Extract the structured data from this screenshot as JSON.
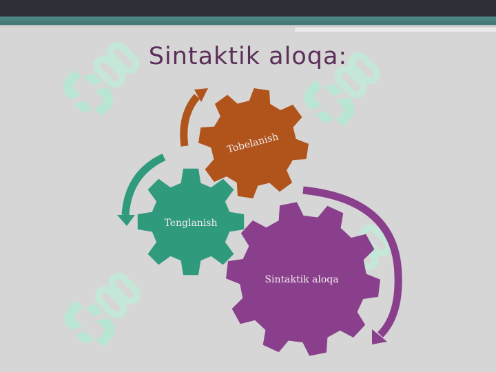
{
  "slide": {
    "title": "Sintaktik aloqa:"
  },
  "diagram": {
    "gears": [
      {
        "label": "Tobelanish",
        "color": "#b0541c"
      },
      {
        "label": "Tenglanish",
        "color": "#2f9a7c"
      },
      {
        "label": "Sintaktik aloqa",
        "color": "#8a3f8c"
      }
    ]
  },
  "colors": {
    "title": "#5b2f58",
    "background": "#d6d6d6",
    "top_bar": "#2e3038",
    "top_stripe": "#4e8c8a",
    "watermark": "#b9e6d2"
  }
}
